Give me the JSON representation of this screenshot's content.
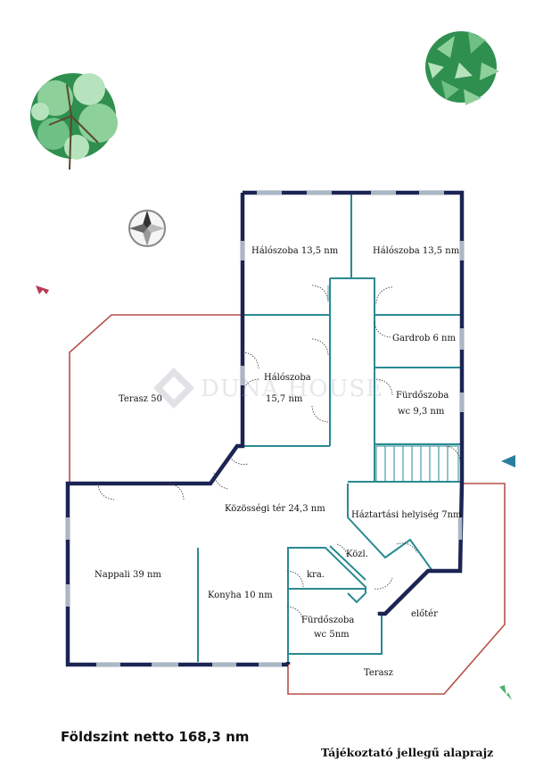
{
  "plan": {
    "footer_title": "Földszint netto 168,3 nm",
    "footer_note": "Tájékoztató jellegű alaprajz",
    "watermark_text": "DUNA HOUSE",
    "colors": {
      "exterior_wall": "#1c2454",
      "interior_wall": "#2a8a92",
      "window": "#aab7c4",
      "terrace_outline": "#b5504a",
      "tree_light": "#8ed09a",
      "tree_dark": "#2f8f4f",
      "arrow_red": "#b83a55",
      "arrow_blue": "#2a7f9e",
      "arrow_green": "#4fb06a",
      "watermark": "#9aa3ad"
    },
    "rooms": [
      {
        "label": "Hálószoba 13,5 nm"
      },
      {
        "label": "Hálószoba 13,5 nm"
      },
      {
        "label": "Gardrob 6 nm"
      },
      {
        "label": "Hálószoba"
      },
      {
        "label": "15,7 nm"
      },
      {
        "label": "Fürdőszoba"
      },
      {
        "label": "wc 9,3 nm"
      },
      {
        "label": "Terasz 50"
      },
      {
        "label": "Közösségi tér 24,3 nm"
      },
      {
        "label": "Háztartási helyiség 7nm"
      },
      {
        "label": "Közl."
      },
      {
        "label": "kra."
      },
      {
        "label": "Nappali 39 nm"
      },
      {
        "label": "Konyha 10 nm"
      },
      {
        "label": "Fürdőszoba"
      },
      {
        "label": "wc 5nm"
      },
      {
        "label": "előtér"
      },
      {
        "label": "Terasz"
      }
    ],
    "icons": [
      "tree-icon",
      "tree-icon",
      "compass-icon",
      "north-arrow-icon",
      "entrance-arrow-icon",
      "entrance-arrow-icon",
      "duna-house-logo-icon"
    ]
  }
}
